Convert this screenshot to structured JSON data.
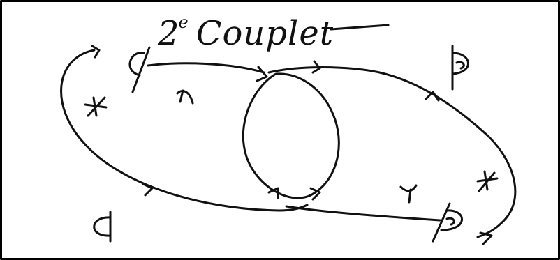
{
  "title": {
    "number": "2",
    "superscript": "e",
    "word": "Couplet"
  },
  "symbols": {
    "ink_color": "#111111",
    "border_color": "#000000",
    "background_color": "#ffffff",
    "icons": [
      "half-circle-pass-icon",
      "hooked-half-circle-icon",
      "step-mark-icon",
      "cross-mark-icon"
    ]
  }
}
